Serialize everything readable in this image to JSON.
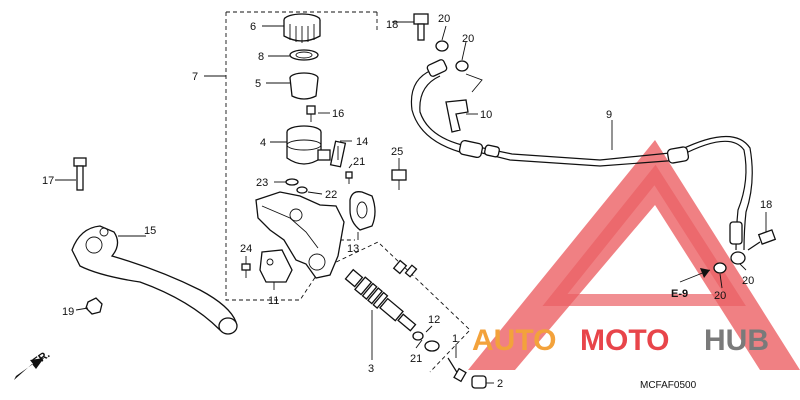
{
  "diagram": {
    "code": "MCFAF0500",
    "front_marker": "FR.",
    "reference": "E-9",
    "labels": [
      "6",
      "8",
      "5",
      "16",
      "4",
      "14",
      "21",
      "22",
      "23",
      "7",
      "13",
      "24",
      "11",
      "3",
      "12",
      "21",
      "1",
      "2",
      "18",
      "20",
      "20",
      "10",
      "9",
      "25",
      "17",
      "15",
      "19",
      "18",
      "20",
      "20"
    ]
  },
  "watermark": {
    "part1": "AUTO",
    "part2": "MOTO",
    "part3": "HUB",
    "color_red": "#e8454a",
    "color_orange": "#f3a23b",
    "color_gray": "#7a7a7a"
  }
}
